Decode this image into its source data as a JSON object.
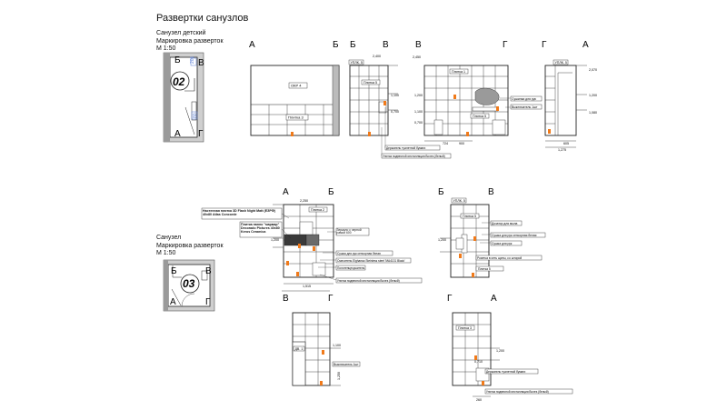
{
  "sheet": {
    "title": "Развертки санузлов"
  },
  "plan1": {
    "title": "Санузел детский",
    "subtitle": "Маркировка разверток",
    "scale": "М 1:50",
    "room": "02",
    "letters": [
      "Б",
      "В",
      "А",
      "Г"
    ],
    "blue_tag_top": "201",
    "blue_tag_side": "80"
  },
  "plan2": {
    "title": "Санузел",
    "subtitle": "Маркировка разверток",
    "scale": "М 1:50",
    "room": "03",
    "letters": [
      "Б",
      "В",
      "А",
      "Г"
    ]
  },
  "elev_ab1": {
    "left": "А",
    "right": "Б",
    "labels": [
      "ОКР 4",
      "Плитка 3"
    ]
  },
  "elev_bv1": {
    "left": "Б",
    "right": "В",
    "labels": [
      "УПЛК. 5",
      "Плитка 5"
    ],
    "dims": [
      "2,400",
      "1,100",
      "0,700"
    ],
    "callouts": [
      "Держатель туалетной бумаги",
      "Унитаз подвесной инсталляция Boxes (белый)"
    ]
  },
  "elev_vg1": {
    "left": "В",
    "right": "Г",
    "labels": [
      "Плитка 1",
      "Плитка 5"
    ],
    "dims": [
      "2,450",
      "1,200",
      "1,100",
      "0,700",
      "724",
      "900"
    ],
    "callouts": [
      "Сушилка для рук",
      "Выключатель 1шт"
    ]
  },
  "elev_ga1": {
    "left": "Г",
    "right": "А",
    "labels": [
      "УПЛК. 5"
    ],
    "dims": [
      "2,070",
      "1,200",
      "1,080",
      "605",
      "1,275"
    ]
  },
  "elev_ab2": {
    "left": "А",
    "right": "Б",
    "labels": [
      "Плитка 2"
    ],
    "dims": [
      "2,250",
      "1,200",
      "1,515"
    ],
    "notes": [
      "Настенная плитка 3D Flash Night Matt (ЕЗРФ) 40х80 Atlas Concorde",
      "Плитка панно \"мармар\" Decorado Pictures 40х80 Keros Ceramica"
    ],
    "callouts": [
      "Зеркало с черной рамой 600",
      "Сушка для рук сенсорная белая",
      "Смеситель Elghansa Steinless steel 'MA4131 Black'",
      "Полотенцесушитель",
      "Унитаз подвесной инсталляция Boxes (белый)"
    ]
  },
  "elev_bv2": {
    "left": "Б",
    "right": "В",
    "labels": [
      "УПЛК. 5",
      "Плитка 5"
    ],
    "dims": [
      "1,200"
    ],
    "callouts": [
      "Дозатор для мыла",
      "Сушка для рук сенсорная белая",
      "Сушка для рук",
      "Розетка в сеть щиты, со шторой"
    ]
  },
  "elev_vg2": {
    "left": "В",
    "right": "Г",
    "labels": [
      "ДВ. 1"
    ],
    "dims": [
      "1,100",
      "1,250"
    ],
    "callouts": [
      "Выключатель 1шт"
    ]
  },
  "elev_ga2": {
    "left": "Г",
    "right": "А",
    "labels": [
      "Плитка 3"
    ],
    "dims": [
      "1,200",
      "0,710",
      "260"
    ],
    "callouts": [
      "Держатель туалетной бумаги",
      "Унитаз подвесной инсталляция Boxes (белый)"
    ]
  },
  "colors": {
    "accent_marker": "#f07a1a",
    "blue_tag": "#5b7fd6",
    "line": "#222222"
  }
}
